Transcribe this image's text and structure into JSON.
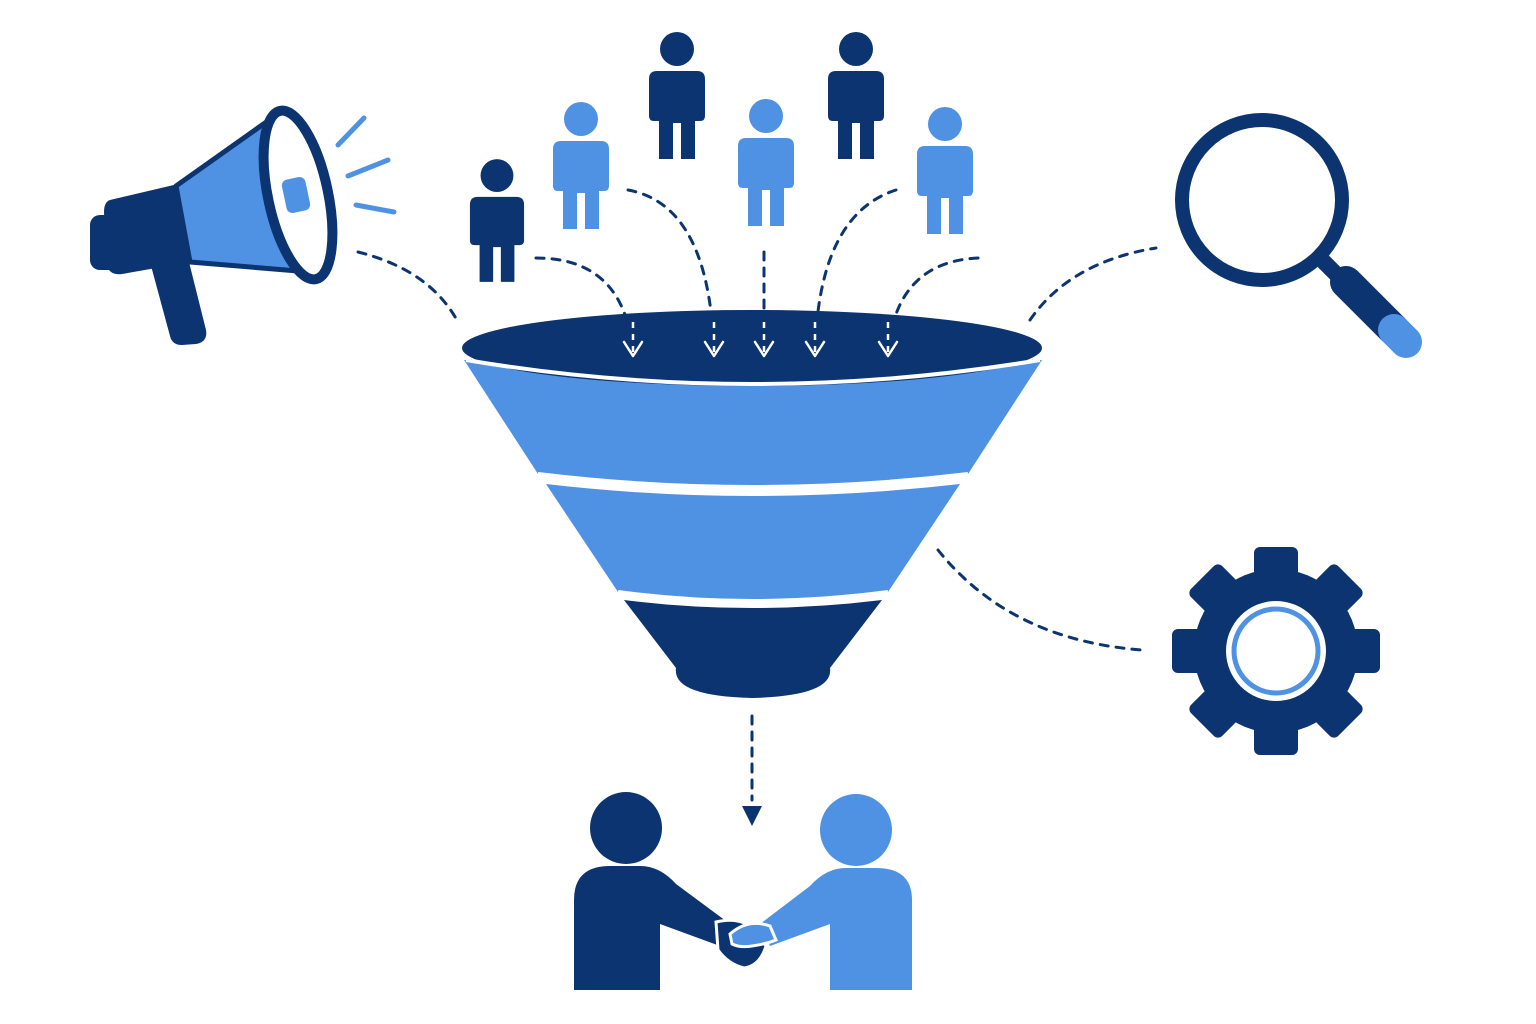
{
  "colors": {
    "dark": "#0b3470",
    "light": "#4f92e3",
    "background": "#ffffff"
  },
  "icons": {
    "megaphone": "megaphone-icon",
    "people": "person-icon",
    "funnel": "funnel-icon",
    "magnifier": "magnifier-icon",
    "gear": "gear-icon",
    "handshake": "handshake-icon"
  },
  "people": [
    {
      "id": "person-1",
      "tone": "dark"
    },
    {
      "id": "person-2",
      "tone": "light"
    },
    {
      "id": "person-3",
      "tone": "dark"
    },
    {
      "id": "person-4",
      "tone": "light"
    },
    {
      "id": "person-5",
      "tone": "dark"
    },
    {
      "id": "person-6",
      "tone": "light"
    }
  ],
  "funnel": {
    "stages": 4
  }
}
